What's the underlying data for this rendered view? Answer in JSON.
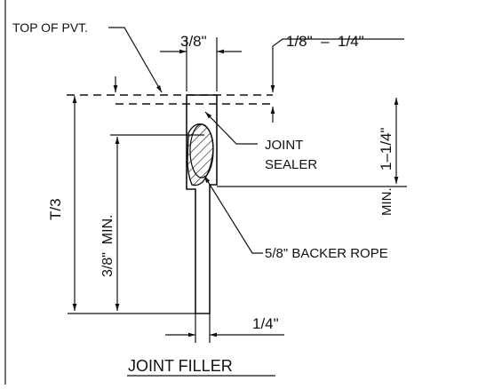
{
  "labels": {
    "top_of_pvt": "TOP OF PVT.",
    "width_top": "3/8\"",
    "recess_range": "1/8\"  –  1/4\"",
    "min_depth": "1–1/4\"",
    "min_right": "MIN.",
    "joint_sealer_1": "JOINT",
    "joint_sealer_2": "SEALER",
    "backer_rope": "5/8\" BACKER ROPE",
    "depth_t3": "T/3",
    "min_left": "3/8\"  MIN.",
    "filler_width": "1/4\"",
    "title": "JOINT FILLER"
  }
}
